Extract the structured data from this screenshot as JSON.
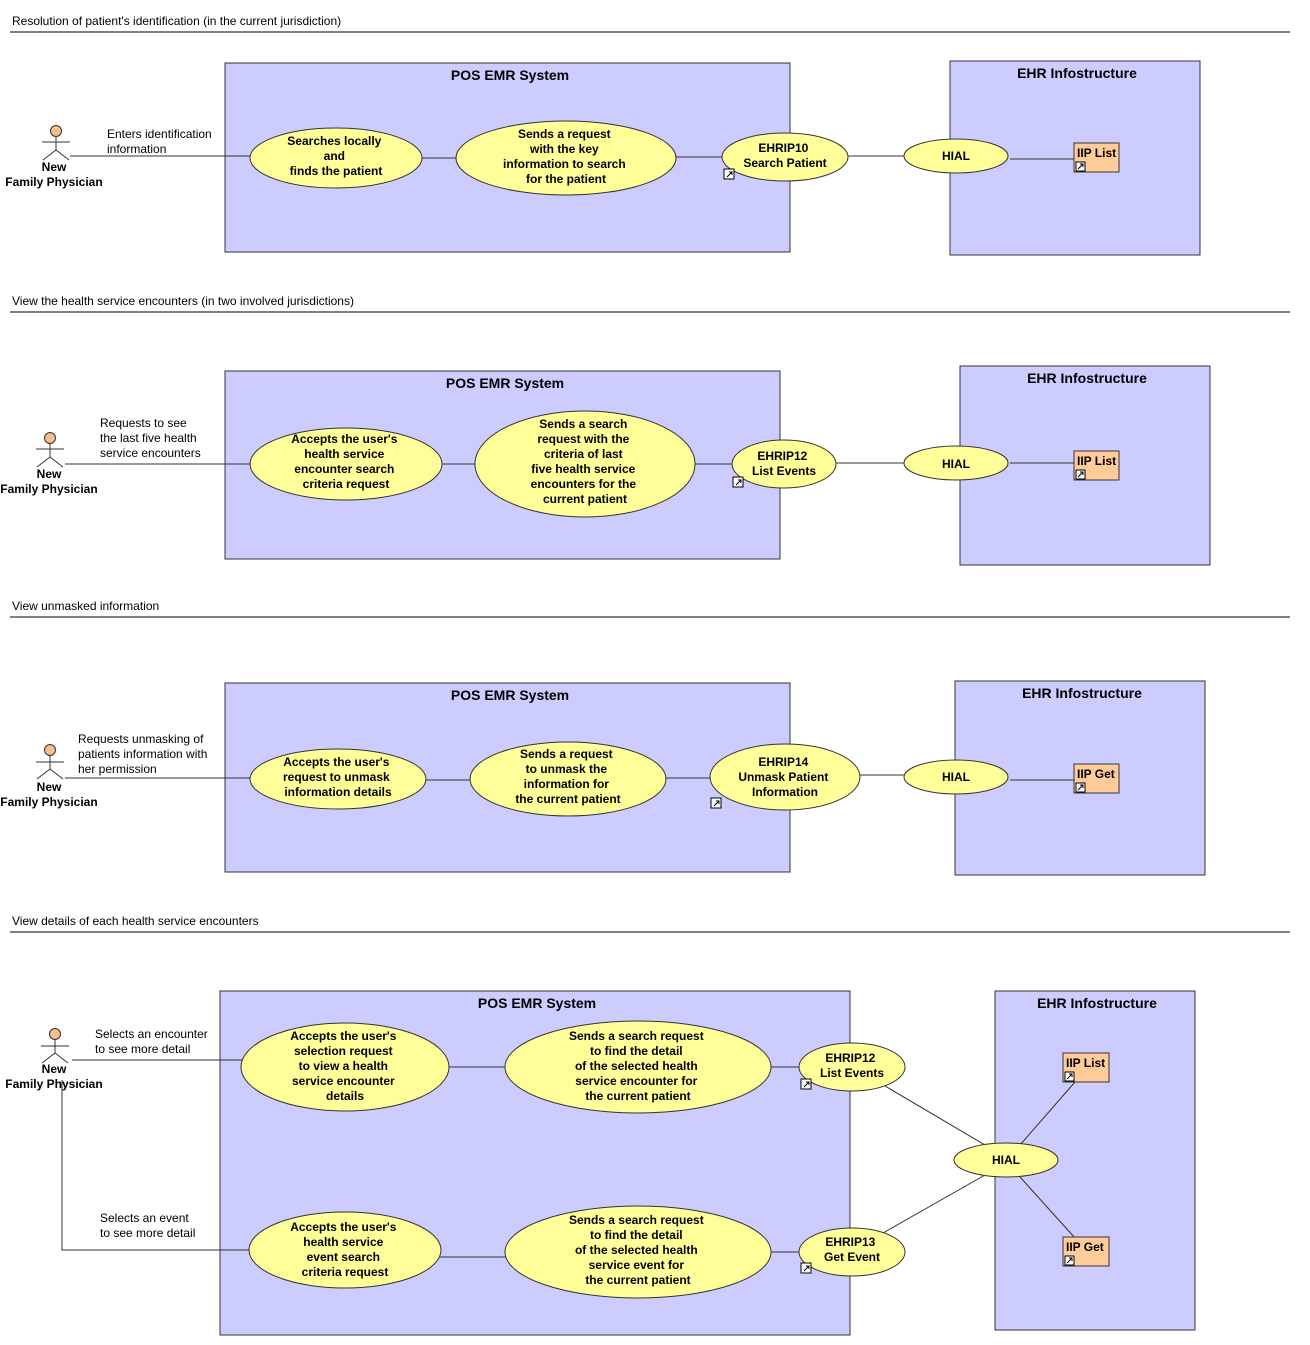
{
  "colors": {
    "system_fill": "#ccccff",
    "usecase_fill": "#ffff99",
    "iip_fill": "#ffcc99",
    "actor_head": "#f5c08a"
  },
  "sections": [
    {
      "title": "Resolution of patient's identification (in the current jurisdiction)",
      "actor": {
        "line1": "New",
        "line2": "Family Physician"
      },
      "actor_label": [
        "Enters identification",
        "information"
      ],
      "pos_title": "POS EMR System",
      "ehr_title": "EHR Infostructure",
      "uc1": [
        "Searches locally",
        "and",
        "finds the patient"
      ],
      "uc2": [
        "Sends a request",
        "with the key",
        "information to search",
        "for the patient"
      ],
      "ehrip": [
        "EHRIP10",
        "Search Patient"
      ],
      "hial": "HIAL",
      "iip": "IIP List"
    },
    {
      "title": "View the health service encounters (in two involved jurisdictions)",
      "actor": {
        "line1": "New",
        "line2": "Family Physician"
      },
      "actor_label": [
        "Requests to see",
        "the last five health",
        "service encounters"
      ],
      "pos_title": "POS EMR System",
      "ehr_title": "EHR Infostructure",
      "uc1": [
        "Accepts the user's",
        "health service",
        "encounter search",
        "criteria request"
      ],
      "uc2": [
        "Sends a search",
        "request with the",
        "criteria of last",
        "five health service",
        "encounters for the",
        "current patient"
      ],
      "ehrip": [
        "EHRIP12",
        "List Events"
      ],
      "hial": "HIAL",
      "iip": "IIP List"
    },
    {
      "title": "View unmasked information",
      "actor": {
        "line1": "New",
        "line2": "Family Physician"
      },
      "actor_label": [
        "Requests unmasking of",
        "patients information with",
        "her permission"
      ],
      "pos_title": "POS EMR System",
      "ehr_title": "EHR Infostructure",
      "uc1": [
        "Accepts the user's",
        "request to unmask",
        "information details"
      ],
      "uc2": [
        "Sends a request",
        "to unmask the",
        "information for",
        "the current patient"
      ],
      "ehrip": [
        "EHRIP14",
        "Unmask Patient",
        "Information"
      ],
      "hial": "HIAL",
      "iip": "IIP Get"
    },
    {
      "title": "View details of each health service encounters",
      "actor": {
        "line1": "New",
        "line2": "Family Physician"
      },
      "actor_label_a": [
        "Selects an encounter",
        "to see more detail"
      ],
      "actor_label_b": [
        "Selects an event",
        "to see more detail"
      ],
      "pos_title": "POS EMR System",
      "ehr_title": "EHR Infostructure",
      "uc1a": [
        "Accepts the user's",
        "selection request",
        "to view a health",
        "service encounter",
        "details"
      ],
      "uc2a": [
        "Sends a search request",
        "to find the detail",
        "of the selected health",
        "service encounter for",
        "the current patient"
      ],
      "ehripa": [
        "EHRIP12",
        "List Events"
      ],
      "uc1b": [
        "Accepts the user's",
        "health service",
        "event search",
        "criteria request"
      ],
      "uc2b": [
        "Sends a search request",
        "to find the detail",
        "of the selected health",
        "service event for",
        "the current patient"
      ],
      "ehripb": [
        "EHRIP13",
        "Get Event"
      ],
      "hial": "HIAL",
      "iip_a": "IIP List",
      "iip_b": "IIP Get"
    }
  ]
}
